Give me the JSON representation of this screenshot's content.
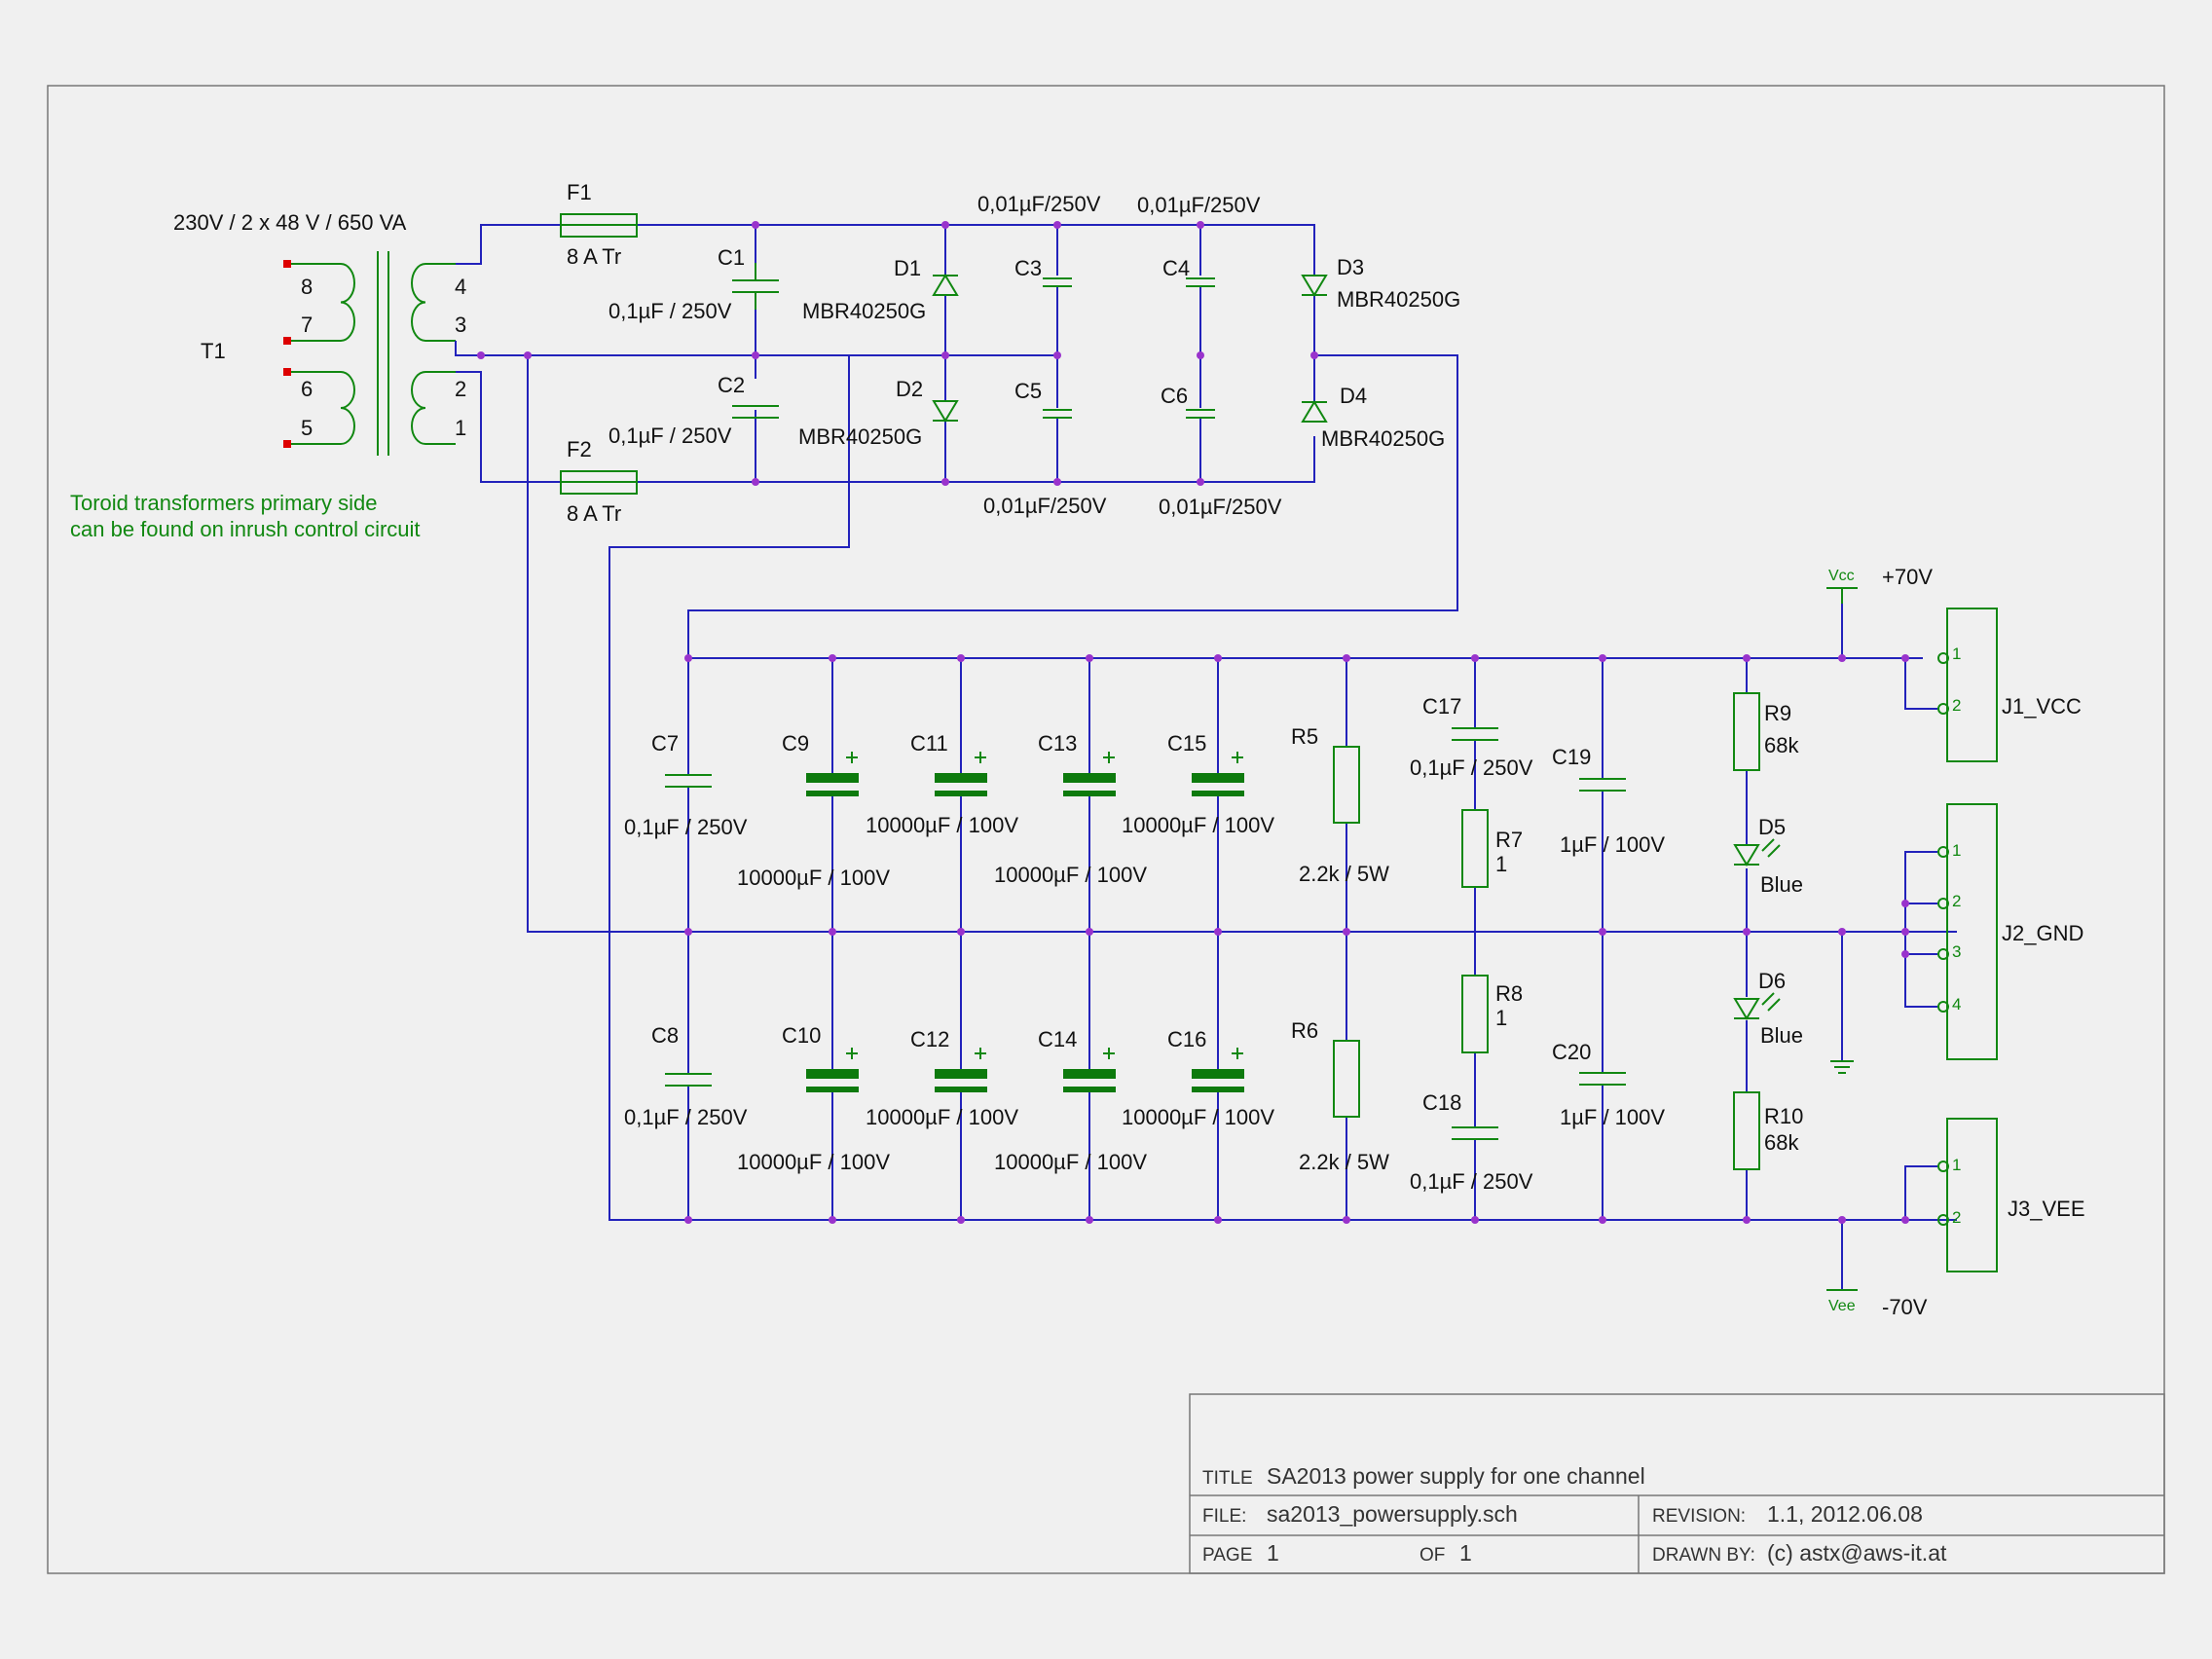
{
  "transformer": {
    "ref": "T1",
    "value": "230V / 2 x 48 V / 650 VA",
    "primary_pins": [
      "8",
      "7",
      "6",
      "5"
    ],
    "secondary_pins": [
      "4",
      "3",
      "2",
      "1"
    ]
  },
  "note": {
    "line1": "Toroid transformers primary side",
    "line2": "can be found on inrush control circuit"
  },
  "fuses": [
    {
      "ref": "F1",
      "value": "8 A Tr"
    },
    {
      "ref": "F2",
      "value": "8 A Tr"
    }
  ],
  "caps_top": {
    "C1": {
      "ref": "C1",
      "value": "0,1µF / 250V"
    },
    "C2": {
      "ref": "C2",
      "value": "0,1µF / 250V"
    },
    "C3": {
      "ref": "C3",
      "value": "0,01µF/250V"
    },
    "C4": {
      "ref": "C4",
      "value": "0,01µF/250V"
    },
    "C5": {
      "ref": "C5",
      "value": "0,01µF/250V"
    },
    "C6": {
      "ref": "C6",
      "value": "0,01µF/250V"
    }
  },
  "diodes": {
    "D1": {
      "ref": "D1",
      "value": "MBR40250G"
    },
    "D2": {
      "ref": "D2",
      "value": "MBR40250G"
    },
    "D3": {
      "ref": "D3",
      "value": "MBR40250G"
    },
    "D4": {
      "ref": "D4",
      "value": "MBR40250G"
    }
  },
  "filter_caps": {
    "C7": {
      "ref": "C7",
      "value": "0,1µF / 250V"
    },
    "C8": {
      "ref": "C8",
      "value": "0,1µF / 250V"
    },
    "C9": {
      "ref": "C9",
      "value": "10000µF / 100V"
    },
    "C10": {
      "ref": "C10",
      "value": "10000µF / 100V"
    },
    "C11": {
      "ref": "C11",
      "value": "10000µF / 100V"
    },
    "C12": {
      "ref": "C12",
      "value": "10000µF / 100V"
    },
    "C13": {
      "ref": "C13",
      "value": "10000µF / 100V"
    },
    "C14": {
      "ref": "C14",
      "value": "10000µF / 100V"
    },
    "C15": {
      "ref": "C15",
      "value": "10000µF / 100V"
    },
    "C16": {
      "ref": "C16",
      "value": "10000µF / 100V"
    },
    "C17": {
      "ref": "C17",
      "value": "0,1µF / 250V"
    },
    "C18": {
      "ref": "C18",
      "value": "0,1µF / 250V"
    },
    "C19": {
      "ref": "C19",
      "value": "1µF / 100V"
    },
    "C20": {
      "ref": "C20",
      "value": "1µF / 100V"
    },
    "plus": "+"
  },
  "resistors": {
    "R5": {
      "ref": "R5",
      "value": "2.2k / 5W"
    },
    "R6": {
      "ref": "R6",
      "value": "2.2k / 5W"
    },
    "R7": {
      "ref": "R7",
      "value": "1"
    },
    "R8": {
      "ref": "R8",
      "value": "1"
    },
    "R9": {
      "ref": "R9",
      "value": "68k"
    },
    "R10": {
      "ref": "R10",
      "value": "68k"
    }
  },
  "leds": {
    "D5": {
      "ref": "D5",
      "value": "Blue"
    },
    "D6": {
      "ref": "D6",
      "value": "Blue"
    }
  },
  "power": {
    "vcc_label": "Vcc",
    "vcc_value": "+70V",
    "vee_label": "Vee",
    "vee_value": "-70V"
  },
  "connectors": {
    "J1": {
      "ref": "J1_VCC",
      "pins": [
        "1",
        "2"
      ]
    },
    "J2": {
      "ref": "J2_GND",
      "pins": [
        "1",
        "2",
        "3",
        "4"
      ]
    },
    "J3": {
      "ref": "J3_VEE",
      "pins": [
        "1",
        "2"
      ]
    }
  },
  "title_block": {
    "title_label": "TITLE",
    "title": "SA2013 power supply for one channel",
    "file_label": "FILE:",
    "file": "sa2013_powersupply.sch",
    "revision_label": "REVISION:",
    "revision": "1.1, 2012.06.08",
    "page_label": "PAGE",
    "page": "1",
    "of_label": "OF",
    "of": "1",
    "drawn_label": "DRAWN BY:",
    "drawn": "(c) astx@aws-it.at"
  }
}
